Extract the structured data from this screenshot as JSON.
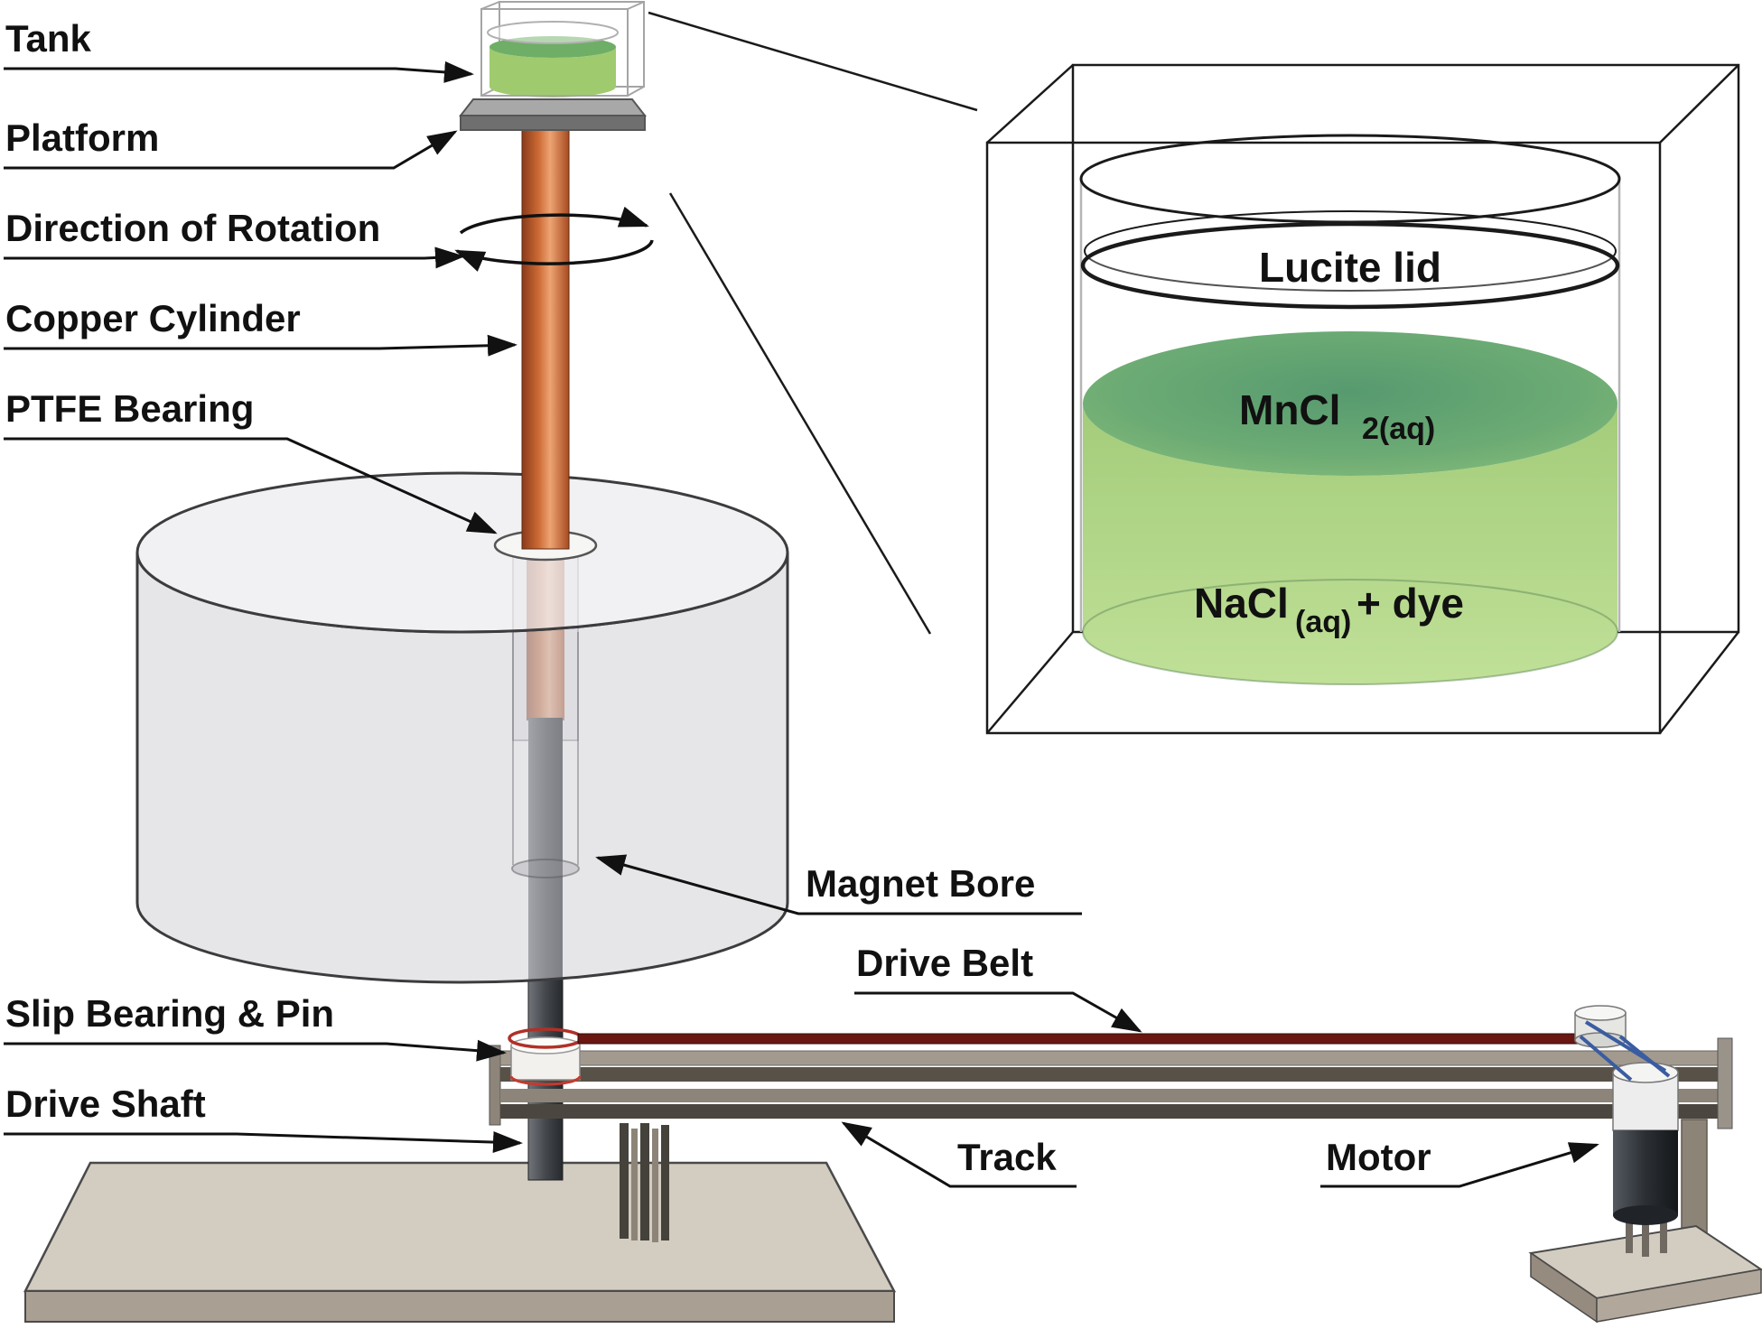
{
  "labels": {
    "tank": "Tank",
    "platform": "Platform",
    "direction_of_rotation": "Direction of Rotation",
    "copper_cylinder": "Copper Cylinder",
    "ptfe_bearing": "PTFE Bearing",
    "magnet_bore": "Magnet Bore",
    "drive_belt": "Drive Belt",
    "slip_bearing_and_pin": "Slip Bearing & Pin",
    "drive_shaft": "Drive Shaft",
    "track": "Track",
    "motor": "Motor"
  },
  "inset": {
    "lucite_lid": "Lucite lid",
    "mncl_formula": "MnCl",
    "mncl_subscript": "2(aq)",
    "nacl_formula": "NaCl",
    "nacl_subscript": "(aq)",
    "nacl_suffix": "+ dye"
  },
  "colors": {
    "copper": "#c4602f",
    "tank_liquid_green": "#9fcb6e",
    "tank_liquid_surface": "#6fae66",
    "inset_liquid_green": "#a9d07f",
    "inset_liquid_surface": "#69aa76",
    "magnet_gray": "#d0d0d4",
    "belt_dark_red": "#6a1712",
    "shaft_gray": "#46494e",
    "base_tan": "#d3ccc1"
  }
}
